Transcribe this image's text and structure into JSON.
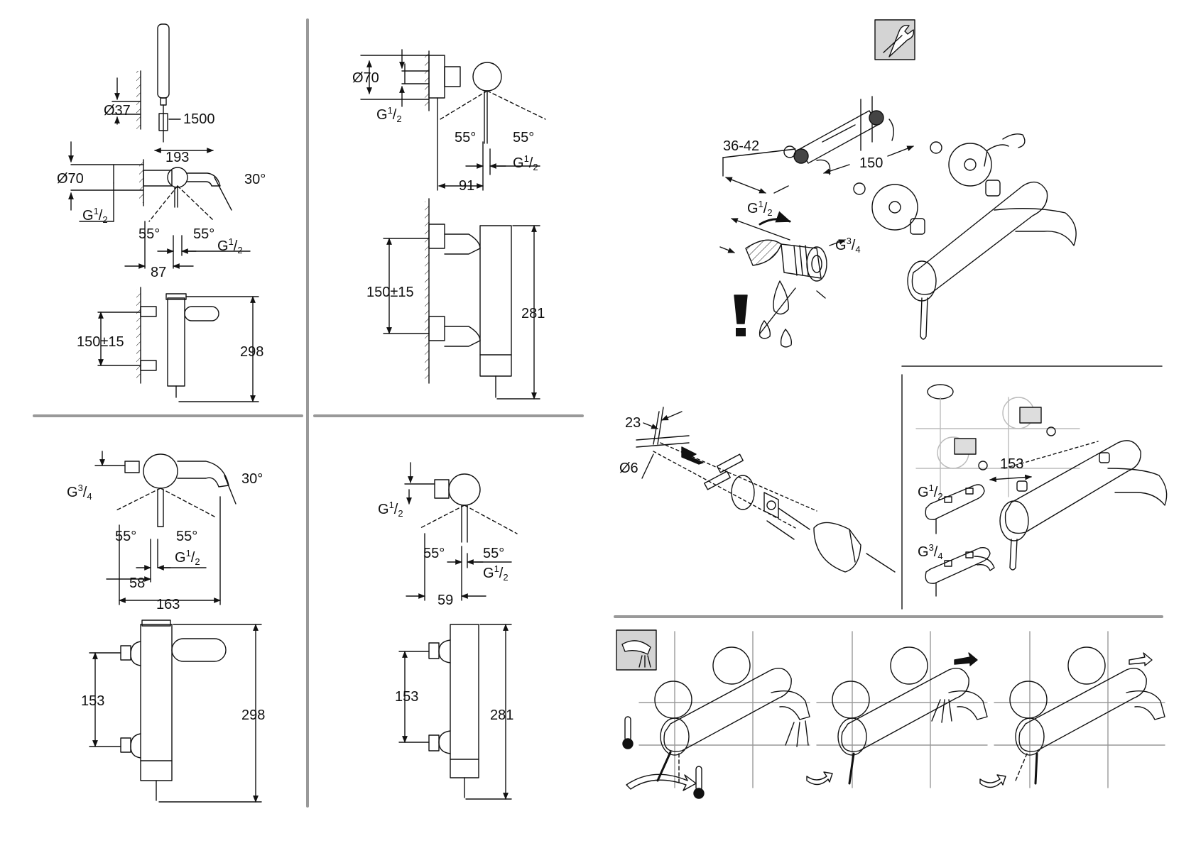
{
  "panels": {
    "p1": {
      "d_handshower": "Ø37",
      "hose": "1500",
      "width": "193",
      "d_rosette": "Ø70",
      "spout_angle": "30°",
      "thread_g": "G",
      "thread_num": "1",
      "thread_den": "2",
      "angle_l": "55°",
      "angle_r": "55°",
      "offset": "87",
      "centres": "150±15",
      "height": "298"
    },
    "p2": {
      "d_rosette": "Ø70",
      "thread_g": "G",
      "thread_num": "1",
      "thread_den": "2",
      "angle_l": "55°",
      "angle_r": "55°",
      "offset": "91",
      "centres": "150±15",
      "height": "281"
    },
    "p3": {
      "thread_g": "G",
      "thread_num": "3",
      "thread_den": "4",
      "spout_angle": "30°",
      "angle_l": "55°",
      "angle_r": "55°",
      "offset": "58",
      "width": "163",
      "centres": "153",
      "height": "298",
      "thread2_g": "G",
      "thread2_num": "1",
      "thread2_den": "2"
    },
    "p4": {
      "thread_g": "G",
      "thread_num": "1",
      "thread_den": "2",
      "angle_l": "55°",
      "angle_r": "55°",
      "offset": "59",
      "centres": "153",
      "height": "281",
      "thread2_g": "G",
      "thread2_num": "1",
      "thread2_den": "2"
    },
    "install": {
      "range": "36-42",
      "centres": "150",
      "g12_g": "G",
      "g12_num": "1",
      "g12_den": "2",
      "g34_g": "G",
      "g34_num": "3",
      "g34_den": "4"
    },
    "holder": {
      "depth": "23",
      "drill": "Ø6"
    },
    "variants": {
      "centres": "153",
      "g12_g": "G",
      "g12_num": "1",
      "g12_den": "2",
      "g34_g": "G",
      "g34_num": "3",
      "g34_den": "4"
    }
  },
  "icons": [
    "wrench-icon",
    "warning-icon",
    "thermometer-icon",
    "arrow-icon"
  ]
}
